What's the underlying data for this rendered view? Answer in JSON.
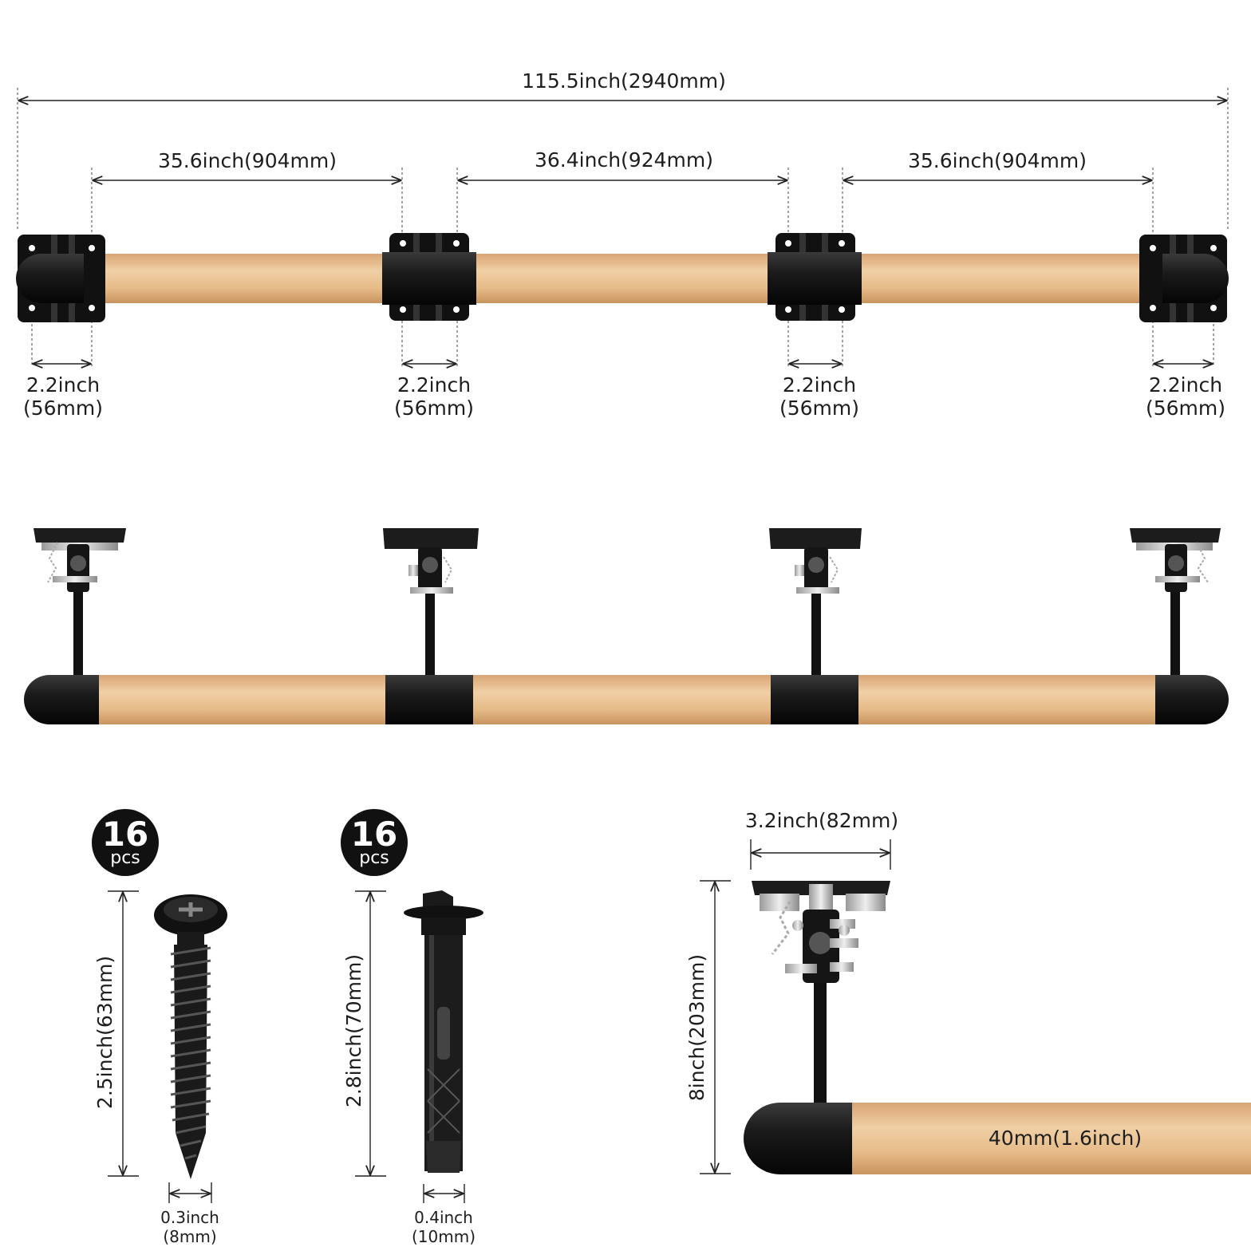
{
  "top_view": {
    "total_length": "115.5inch(2940mm)",
    "span_left": "35.6inch(904mm)",
    "span_middle": "36.4inch(924mm)",
    "span_right": "35.6inch(904mm)",
    "bracket_widths": [
      {
        "inch": "2.2inch",
        "mm": "(56mm)"
      },
      {
        "inch": "2.2inch",
        "mm": "(56mm)"
      },
      {
        "inch": "2.2inch",
        "mm": "(56mm)"
      },
      {
        "inch": "2.2inch",
        "mm": "(56mm)"
      }
    ]
  },
  "screw": {
    "count": "16",
    "unit": "pcs",
    "length": "2.5inch(63mm)",
    "diameter_inch": "0.3inch",
    "diameter_mm": "(8mm)"
  },
  "anchor_bolt": {
    "count": "16",
    "unit": "pcs",
    "length": "2.8inch(70mm)",
    "diameter_inch": "0.4inch",
    "diameter_mm": "(10mm)"
  },
  "bracket_detail": {
    "plate_width": "3.2inch(82mm)",
    "height": "8inch(203mm)",
    "rail_diameter": "40mm(1.6inch)"
  },
  "colors": {
    "wood": "#e8bf8e",
    "black": "#141414",
    "steel": "#c8c8c8"
  }
}
